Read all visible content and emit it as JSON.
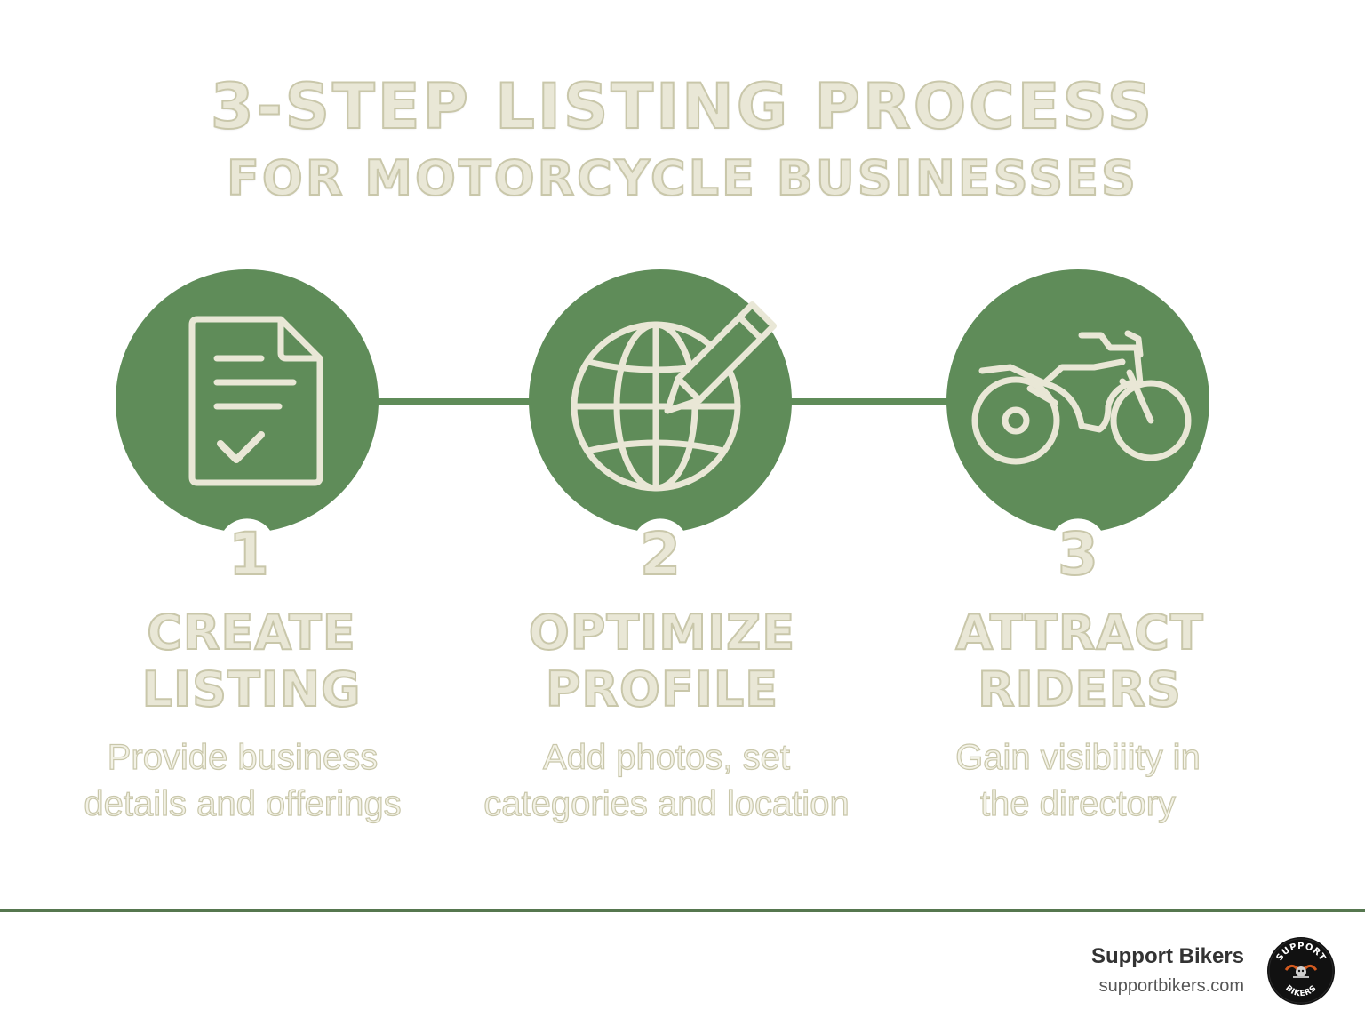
{
  "title": {
    "line1": "3-STEP LISTING PROCESS",
    "line2": "FOR MOTORCYCLE BUSINESSES"
  },
  "colors": {
    "accent_green": "#5f8c59",
    "cream": "#e9e7d6",
    "footer_line": "#56774f"
  },
  "steps": [
    {
      "number": "1",
      "title_line1": "CREATE",
      "title_line2": "LISTING",
      "desc_line1": "Provide business",
      "desc_line2": "details and offerings",
      "icon": "document-check-icon"
    },
    {
      "number": "2",
      "title_line1": "OPTIMIZE",
      "title_line2": "PROFILE",
      "desc_line1": "Add photos, set",
      "desc_line2": "categories and location",
      "icon": "globe-pencil-icon"
    },
    {
      "number": "3",
      "title_line1": "ATTRACT",
      "title_line2": "RIDERS",
      "desc_line1": "Gain visibiiity in",
      "desc_line2": "the directory",
      "icon": "motorcycle-icon"
    }
  ],
  "footer": {
    "brand_name": "Support Bikers",
    "brand_url": "supportbikers.com",
    "logo_text_top": "SUPPORT",
    "logo_text_bottom": "BIKERS"
  }
}
